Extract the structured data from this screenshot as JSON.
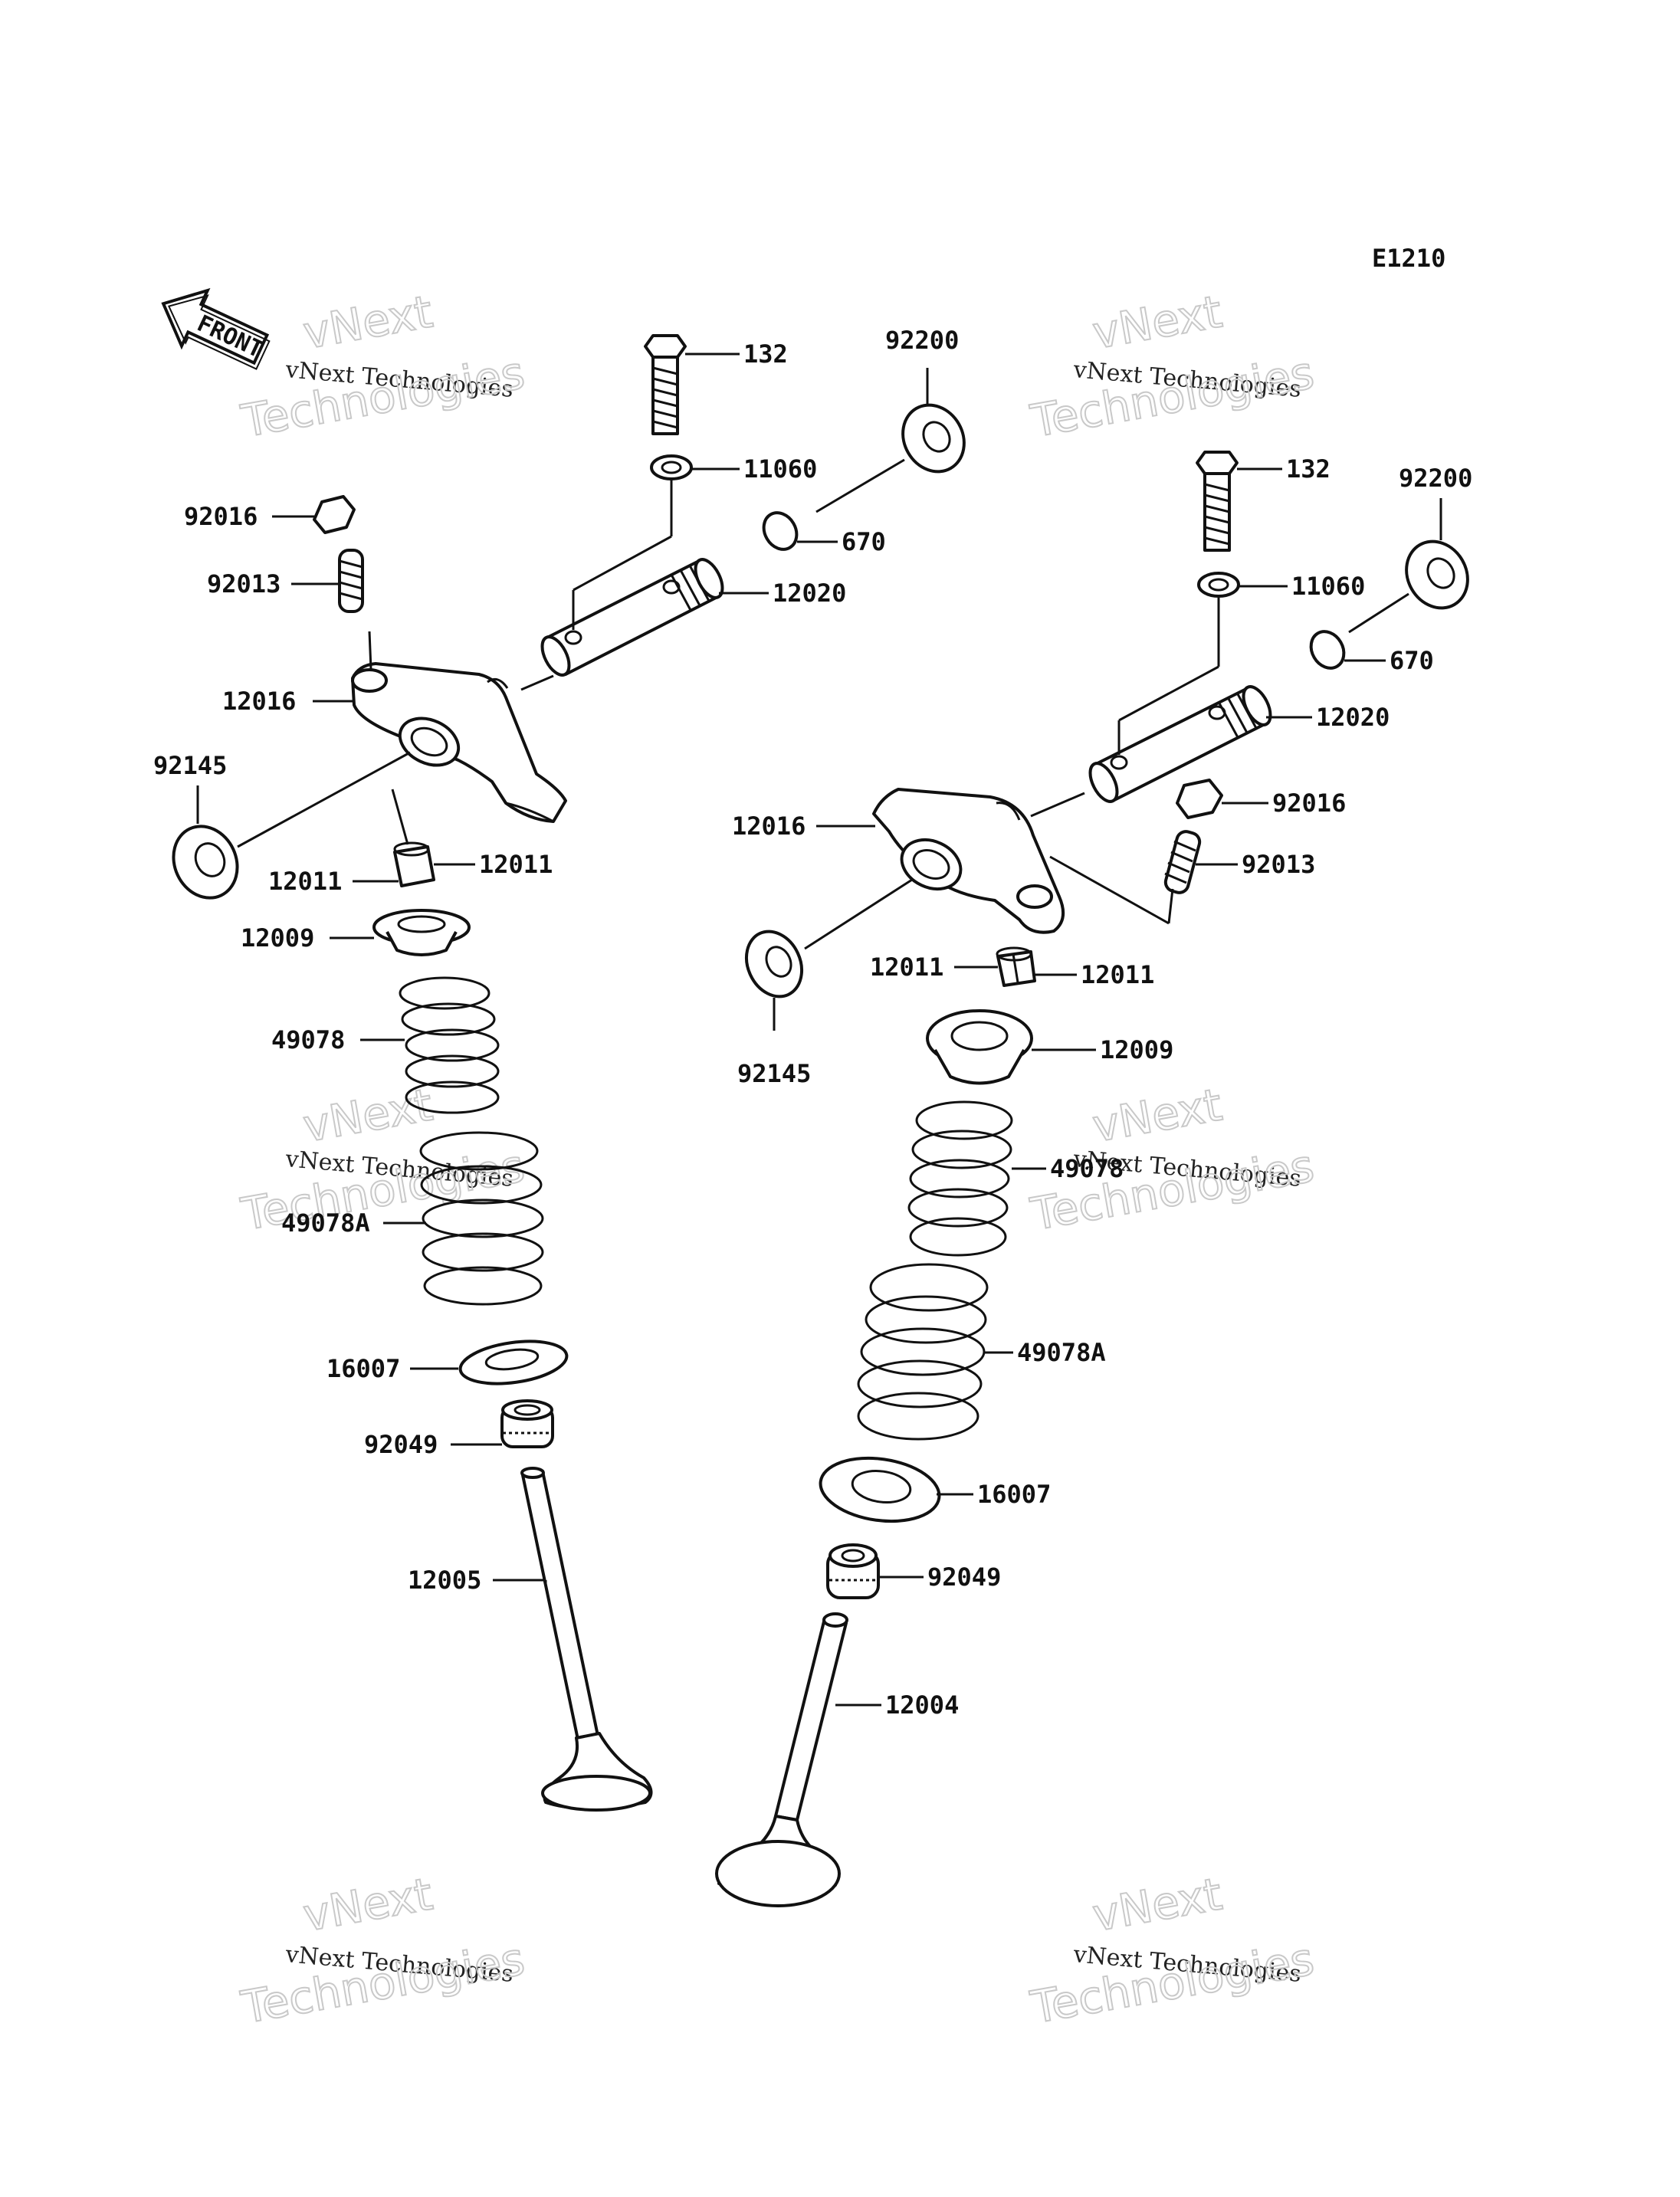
{
  "diagram_code": "E1210",
  "front_arrow_label": "FRONT",
  "watermark": {
    "line1": "vNext",
    "line2": "vNext Technologies",
    "line3": "Technologies"
  },
  "left_assembly": {
    "bolt": "132",
    "washer": "11060",
    "shaft_washer": "92200",
    "o_ring": "670",
    "shaft": "12020",
    "nut": "92016",
    "adjuster": "92013",
    "rocker_arm": "12016",
    "spring_washer": "92145",
    "keeper_a": "12011",
    "keeper_b": "12011",
    "retainer": "12009",
    "inner_spring": "49078",
    "outer_spring": "49078A",
    "spring_seat": "16007",
    "stem_seal": "92049",
    "valve": "12005"
  },
  "right_assembly": {
    "bolt": "132",
    "washer": "11060",
    "shaft_washer": "92200",
    "o_ring": "670",
    "shaft": "12020",
    "nut": "92016",
    "adjuster": "92013",
    "rocker_arm": "12016",
    "spring_washer": "92145",
    "keeper_a": "12011",
    "keeper_b": "12011",
    "retainer": "12009",
    "inner_spring": "49078",
    "outer_spring": "49078A",
    "spring_seat": "16007",
    "stem_seal": "92049",
    "valve": "12004"
  }
}
